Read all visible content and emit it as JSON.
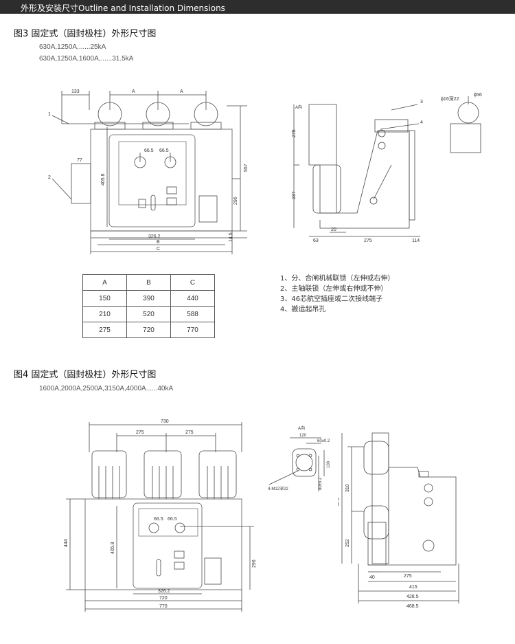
{
  "header": {
    "title": "外形及安装尺寸Outline and Installation Dimensions"
  },
  "fig3": {
    "title": "图3  固定式（固封极柱）外形尺寸图",
    "ratings": [
      "630A,1250A,......25kA",
      "630A,1250A,1600A,......31.5kA"
    ],
    "front_labels": {
      "d133": "133",
      "dA1": "A",
      "dA2": "A",
      "d77": "77",
      "d66a": "66.5",
      "d66b": "66.5",
      "d405": "405.8",
      "d557": "557",
      "d296": "296",
      "d14": "14.5",
      "d326": "326.2",
      "dB": "B",
      "dC": "C",
      "c1": "1",
      "c2": "2"
    },
    "side_labels": {
      "aview": "A向",
      "c3": "3",
      "c4": "4",
      "d275v": "275",
      "d237": "237",
      "d63": "63",
      "d20": "20",
      "d275h": "275",
      "d114": "114",
      "d16": "ϕ16深22",
      "d56": "ϕ56"
    },
    "table": {
      "headers": [
        "A",
        "B",
        "C"
      ],
      "rows": [
        [
          "150",
          "390",
          "440"
        ],
        [
          "210",
          "520",
          "588"
        ],
        [
          "275",
          "720",
          "770"
        ]
      ]
    },
    "legend": [
      "1、分、合闸机械联锁（左伸或右伸）",
      "2、主轴联锁（左伸或右伸或不伸）",
      "3、46芯航空插座或二次接线端子",
      "4、搬运起吊孔"
    ]
  },
  "fig4": {
    "title": "图4  固定式（固封极柱）外形尺寸图",
    "ratings": [
      "1600A,2000A,2500A,3150A,4000A......40kA"
    ],
    "front_labels": {
      "d730": "730",
      "d275a": "275",
      "d275b": "275",
      "d444": "444",
      "d405": "405.8",
      "d66a": "66.5",
      "d66b": "66.5",
      "d296": "296",
      "d326": "326.2",
      "d720": "720",
      "d770": "770"
    },
    "detail_labels": {
      "aview": "A向",
      "d120": "120",
      "d60": "60±0.2",
      "d100": "100",
      "d80": "80±0.2",
      "m12": "4-M12深22"
    },
    "side_labels": {
      "d310": "310",
      "d676": "676",
      "d252": "252",
      "d40": "40",
      "d275": "275",
      "d415": "415",
      "d428": "428.5",
      "d468": "468.5"
    }
  }
}
